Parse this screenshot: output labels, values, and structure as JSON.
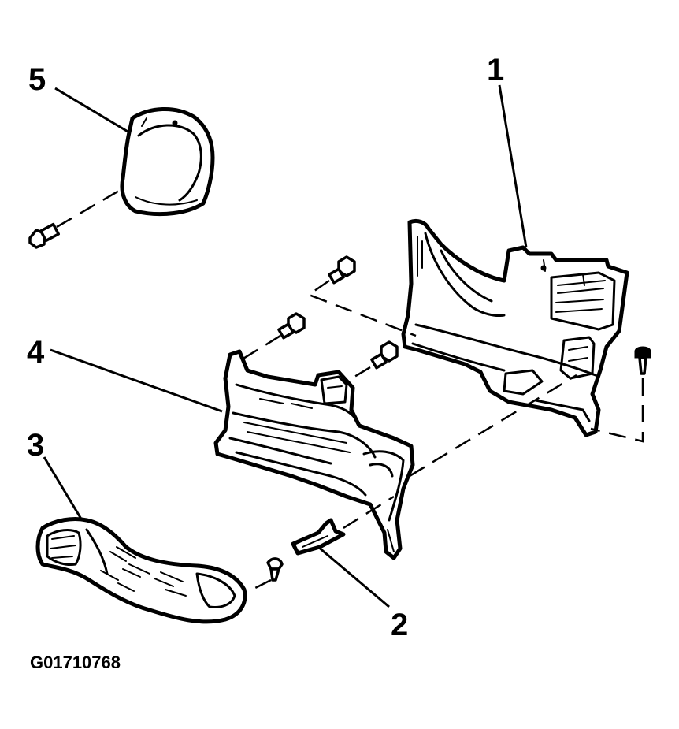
{
  "diagram": {
    "figure_id": "G01710768",
    "callouts": [
      {
        "id": "1",
        "label": "1"
      },
      {
        "id": "2",
        "label": "2"
      },
      {
        "id": "3",
        "label": "3"
      },
      {
        "id": "4",
        "label": "4"
      },
      {
        "id": "5",
        "label": "5"
      }
    ],
    "colors": {
      "line": "#000000",
      "background": "#ffffff"
    }
  }
}
